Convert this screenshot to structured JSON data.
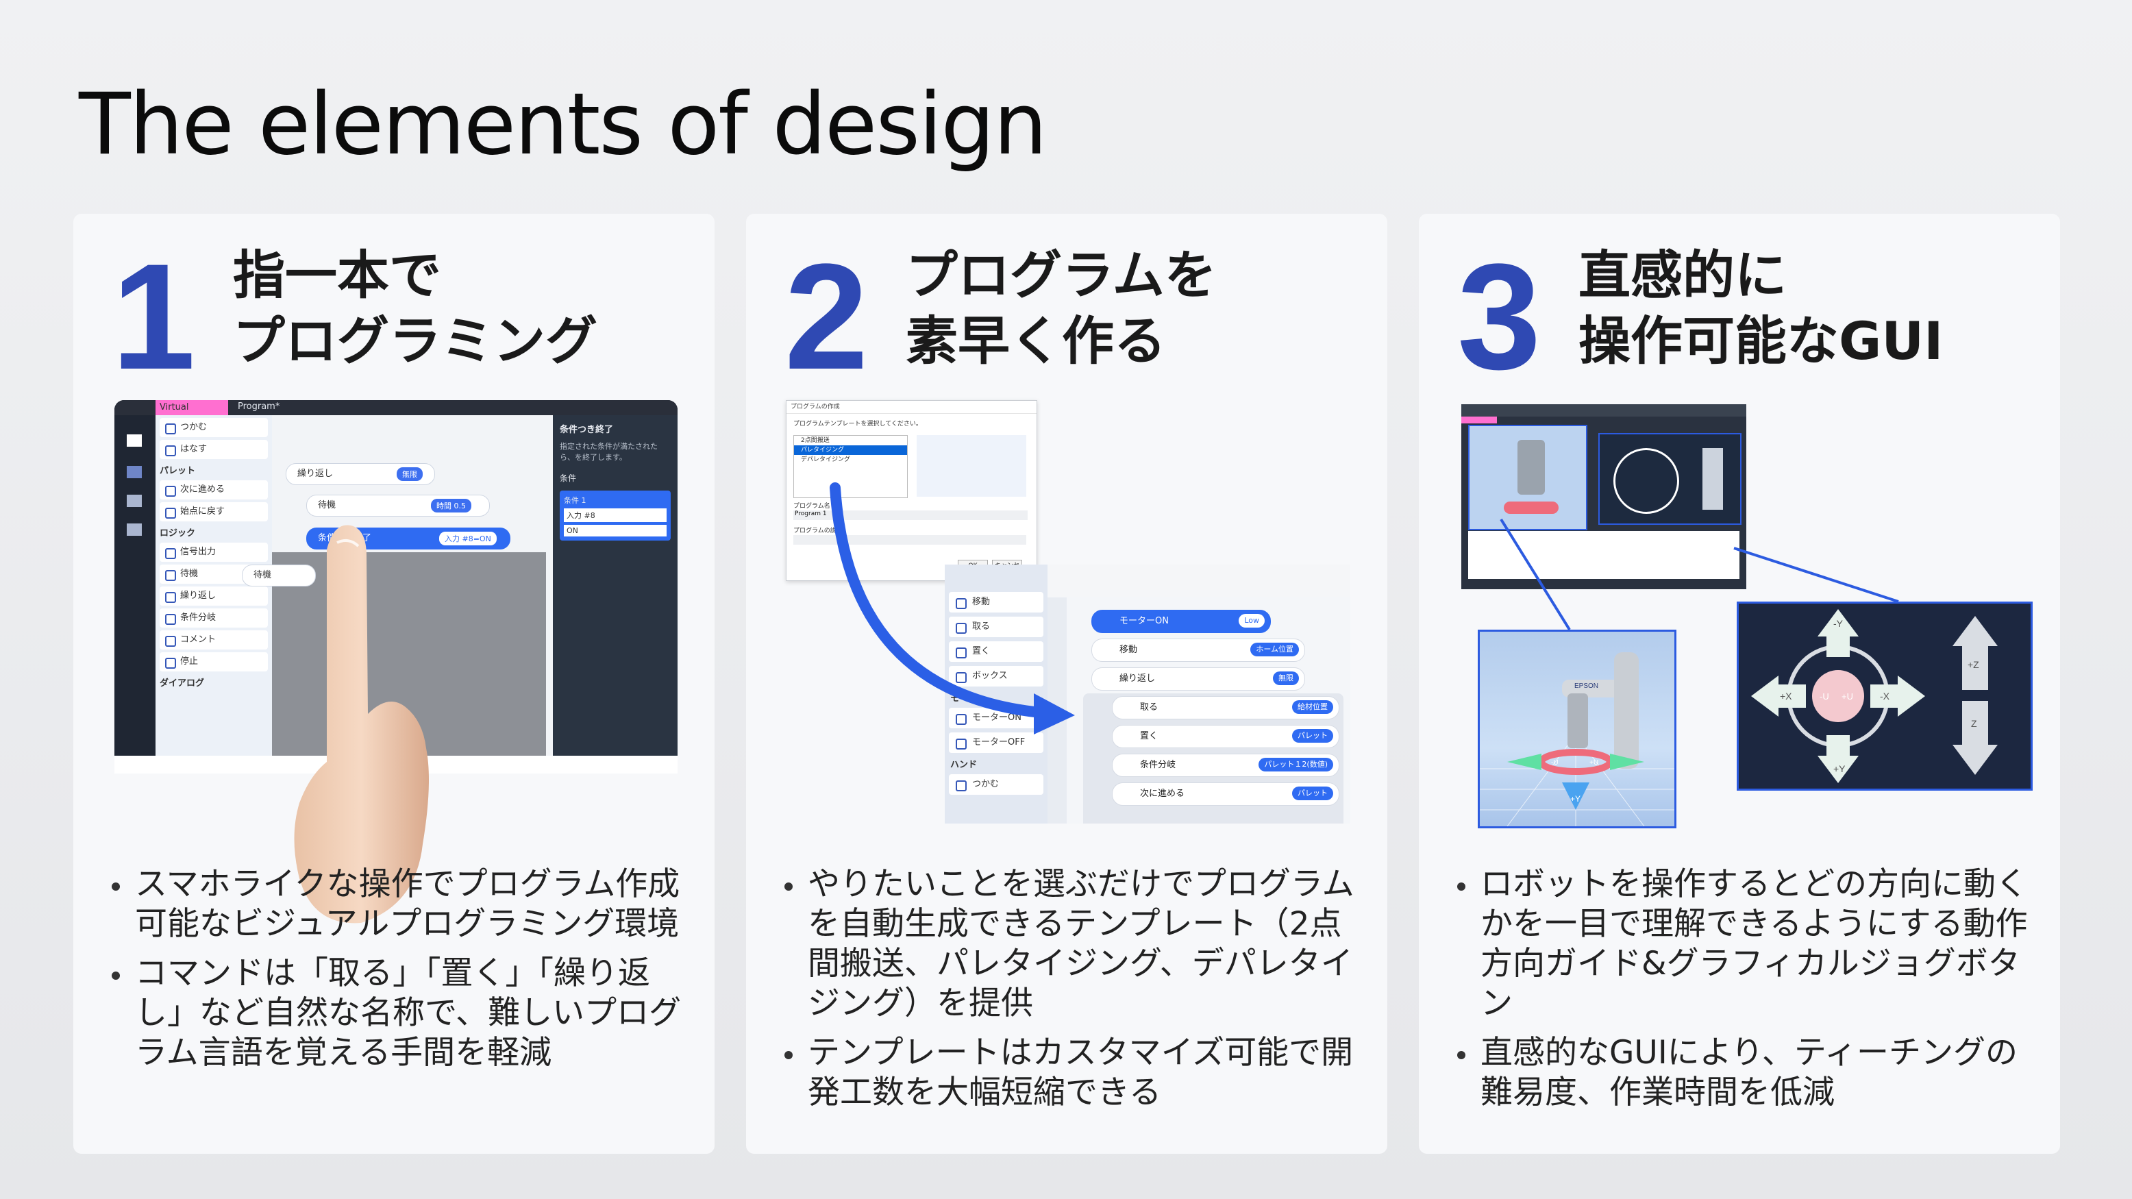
{
  "page": {
    "title": "The elements of design"
  },
  "cards": [
    {
      "number": "1",
      "heading": [
        "指一本で",
        "プログラミング"
      ],
      "bullets": [
        "スマホライクな操作でプログラム作成可能なビジュアルプログラミング環境",
        "コマンドは「取る」「置く」「繰り返し」など自然な名称で、難しいプログラム言語を覚える手間を軽減"
      ],
      "screenshot": {
        "tabs": [
          "Virtual",
          "Program*"
        ],
        "list_items": [
          "つかむ",
          "はなす",
          "次に進める",
          "始点に戻す",
          "信号出力",
          "待機",
          "繰り返し",
          "条件分岐",
          "コメント",
          "停止"
        ],
        "groups": [
          "パレット",
          "ロジック",
          "ダイアログ"
        ],
        "blocks": [
          "繰り返し",
          "待機",
          "条件つき終了",
          "待機"
        ],
        "block_tags": [
          "無限",
          "時間 0.5",
          "入力 #8=ON"
        ],
        "side_title": "条件つき終了",
        "side_text": "指定された条件が満たされたら、を終了します。",
        "side_label": "条件",
        "side_cond": "条件 1",
        "side_value": "入力 #8",
        "side_on": "ON"
      }
    },
    {
      "number": "2",
      "heading": [
        "プログラムを",
        "素早く作る"
      ],
      "bullets": [
        "やりたいことを選ぶだけでプログラムを自動生成できるテンプレート（2点間搬送、パレタイジング、デパレタイジング）を提供",
        "テンプレートはカスタマイズ可能で開発工数を大幅短縮できる"
      ],
      "screenshot": {
        "dialog_title": "プログラムの作成",
        "dialog_prompt": "プログラムテンプレートを選択してください。",
        "options": [
          "2点間搬送",
          "パレタイジング",
          "デパレタイジング"
        ],
        "fields": [
          "プログラム名",
          "Program 1",
          "プログラムの説明"
        ],
        "ok": "OK",
        "cancel": "キャンセル",
        "list_items": [
          "移動",
          "取る",
          "置く",
          "ボックス",
          "モーターON",
          "モーターOFF",
          "つかむ"
        ],
        "groups": [
          "モーター",
          "ハンド"
        ],
        "rows": [
          {
            "label": "モーターON",
            "tag": "Low"
          },
          {
            "label": "移動",
            "tag": "ホーム位置"
          },
          {
            "label": "繰り返し",
            "tag": "無限"
          },
          {
            "label": "取る",
            "tag": "給材位置"
          },
          {
            "label": "置く",
            "tag": "パレット"
          },
          {
            "label": "条件分岐",
            "tag": "パレット１2(数値)"
          },
          {
            "label": "次に進める",
            "tag": "パレット"
          }
        ]
      }
    },
    {
      "number": "3",
      "heading": [
        "直感的に",
        "操作可能なGUI"
      ],
      "bullets": [
        "ロボットを操作するとどの方向に動くかを一目で理解できるようにする動作方向ガイド&グラフィカルジョグボタン",
        "直感的なGUIにより、ティーチングの難易度、作業時間を低減"
      ],
      "screenshot": {
        "jog_labels": {
          "plus_y": "+Y",
          "minus_y": "-Y",
          "plus_x": "+X",
          "minus_x": "-X",
          "plus_u": "+U",
          "minus_u": "-U",
          "plus_z": "+Z",
          "minus_z": "Z"
        },
        "brand": "EPSON"
      }
    }
  ],
  "colors": {
    "accent": "#2f49b3",
    "arrow": "#2b5fe6",
    "highlight": "#2c5be0"
  }
}
